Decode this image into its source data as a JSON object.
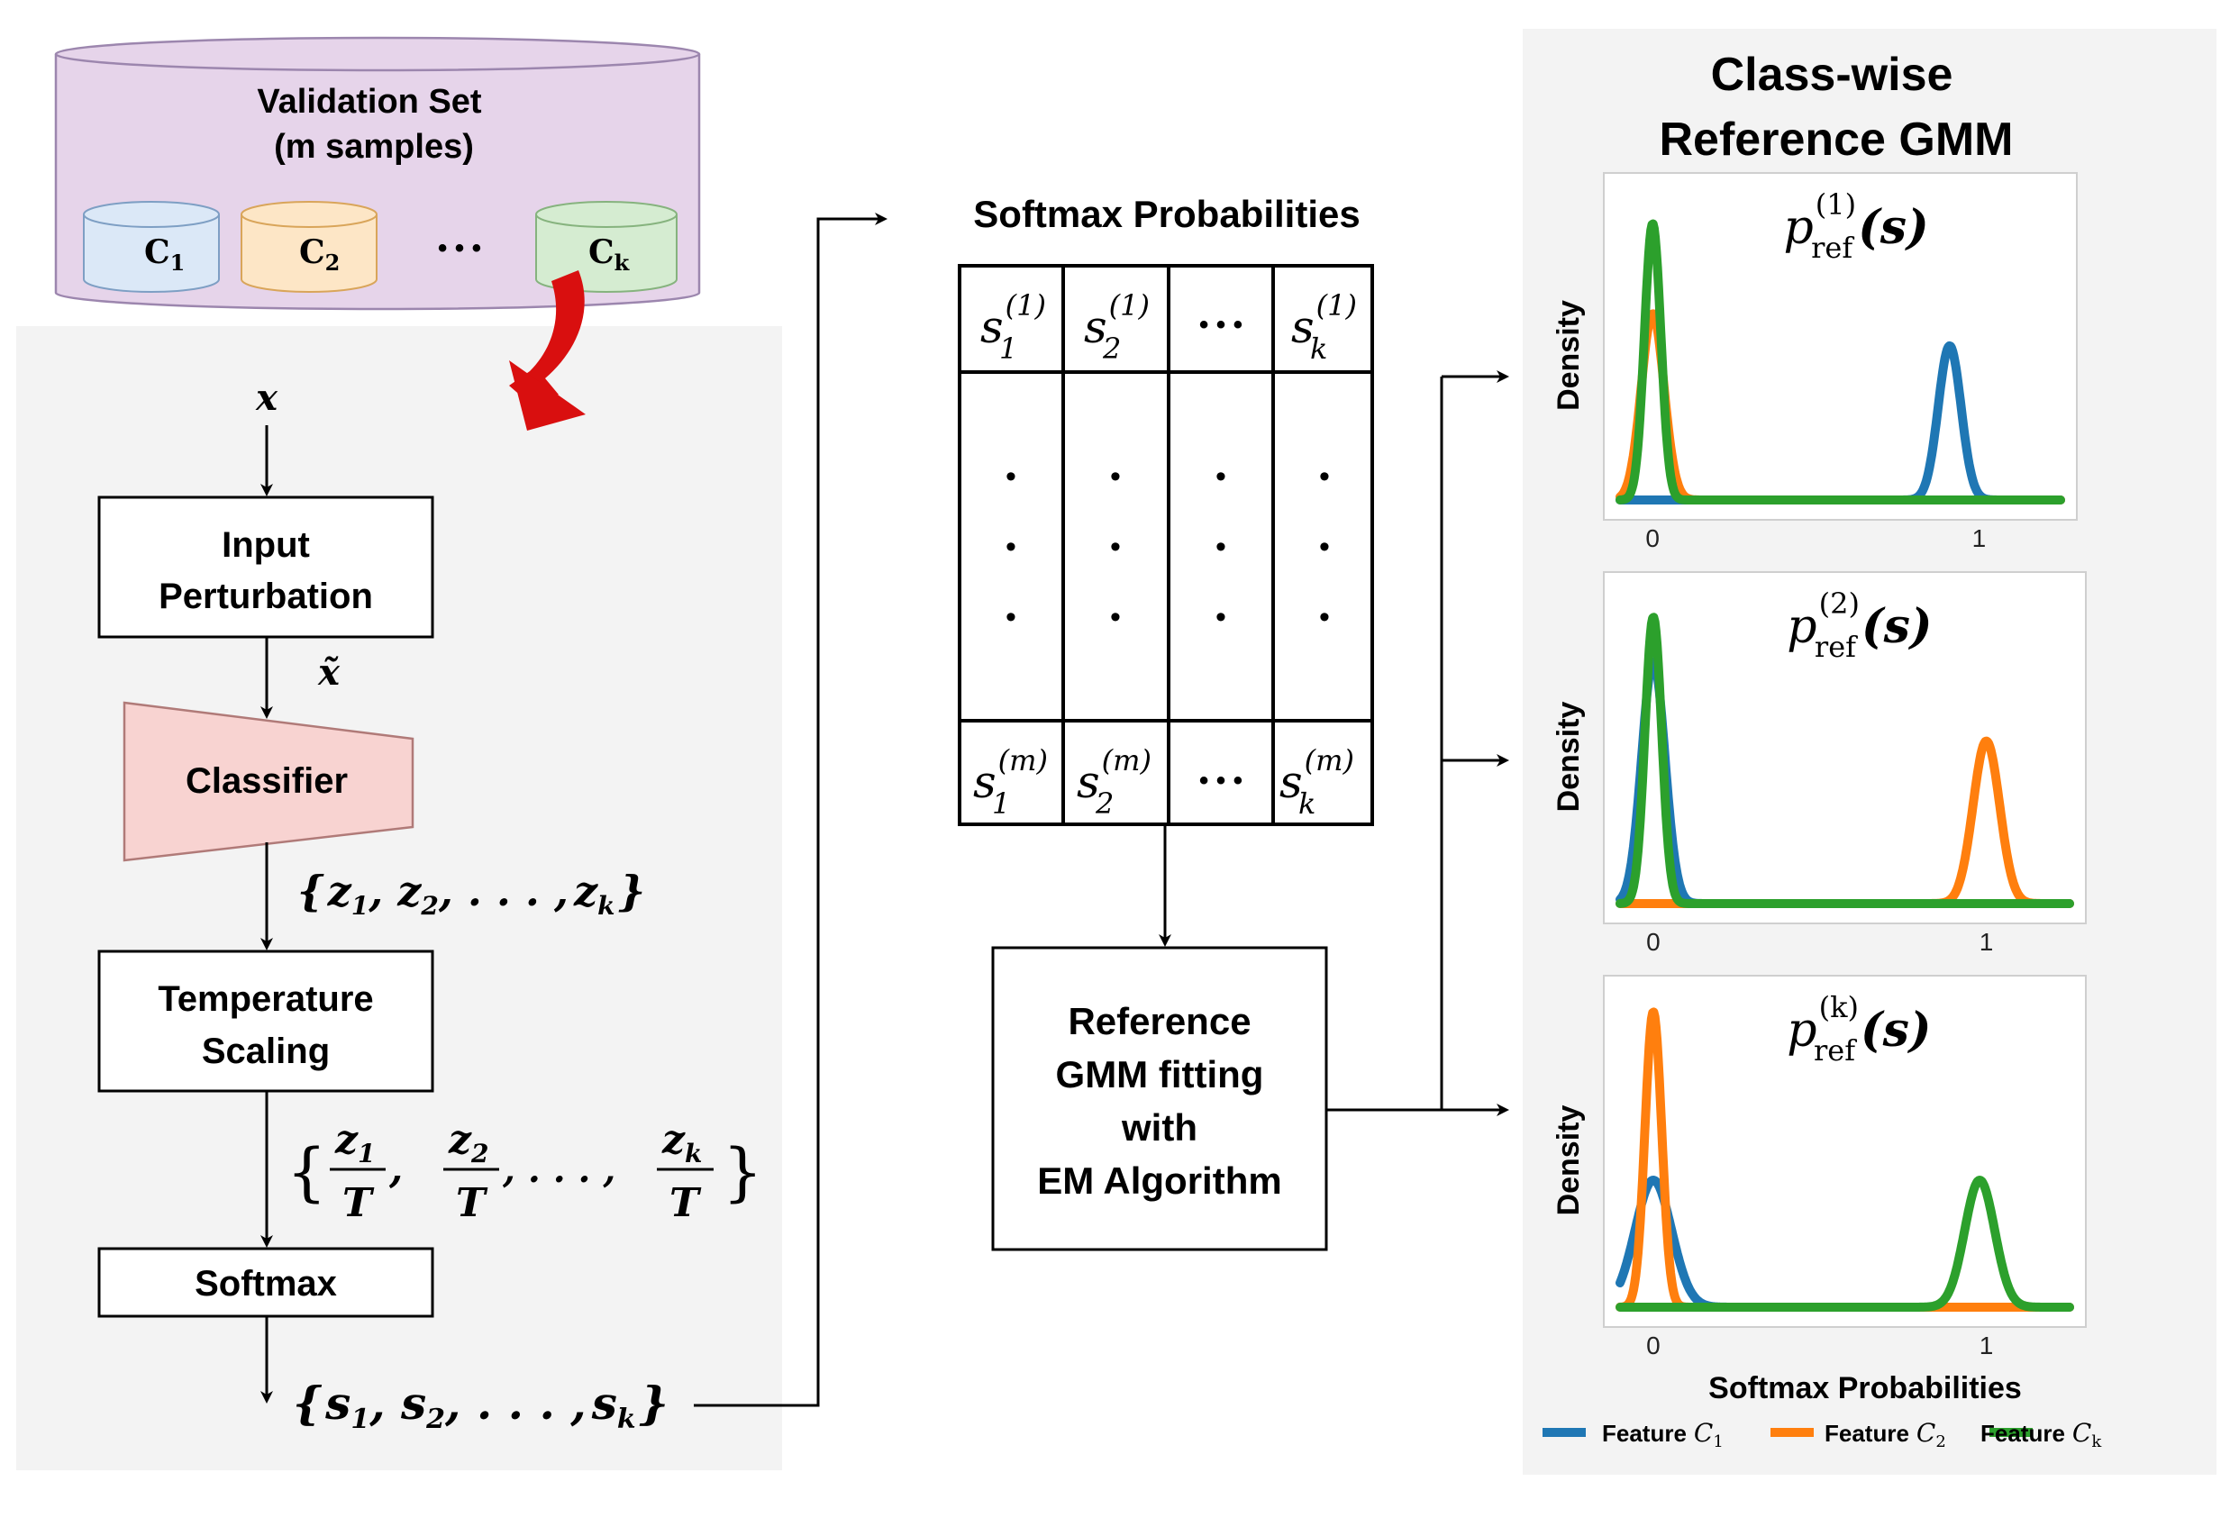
{
  "validation_set": {
    "title_line1": "Validation Set",
    "title_line2": "(m samples)",
    "classes": [
      {
        "base": "C",
        "sub": "1"
      },
      {
        "base": "C",
        "sub": "2"
      },
      {
        "base": "C",
        "sub": "k"
      }
    ],
    "ellipsis": "• • •"
  },
  "pipeline": {
    "input_var": "x",
    "perturbed_var": "x̃",
    "input_perturbation_line1": "Input",
    "input_perturbation_line2": "Perturbation",
    "classifier": "Classifier",
    "temperature_scaling_line1": "Temperature",
    "temperature_scaling_line2": "Scaling",
    "softmax": "Softmax",
    "logits_label": {
      "open": "{",
      "z": "z",
      "subs": [
        "1",
        "2",
        "k"
      ],
      "mid_dots": ", . . . ,",
      "close": "}"
    },
    "scaled_label": {
      "open": "{",
      "z": "z",
      "subs": [
        "1",
        "2",
        "k"
      ],
      "den": "T",
      "dots": ", . . . ,",
      "close": "}"
    },
    "probs_label": {
      "open": "{",
      "s": "s",
      "subs": [
        "1",
        "2",
        "k"
      ],
      "mid_dots": ", . . . ,",
      "close": "}"
    }
  },
  "matrix": {
    "title": "Softmax Probabilities",
    "top_row": [
      {
        "s": "s",
        "sub": "1",
        "sup": "(1)"
      },
      {
        "s": "s",
        "sub": "2",
        "sup": "(1)"
      },
      {
        "s": "s",
        "sub": "k",
        "sup": "(1)"
      }
    ],
    "bottom_row": [
      {
        "s": "s",
        "sub": "1",
        "sup": "(m)"
      },
      {
        "s": "s",
        "sub": "2",
        "sup": "(m)"
      },
      {
        "s": "s",
        "sub": "k",
        "sup": "(m)"
      }
    ],
    "row_ellipsis": "• • •",
    "vdot": "•"
  },
  "gmm_fit": {
    "line1": "Reference",
    "line2": "GMM fitting",
    "line3": "with",
    "line4": "EM Algorithm"
  },
  "reference_panel": {
    "title_line1": "Class-wise",
    "title_line2": "Reference GMM",
    "xlabel": "Softmax Probabilities",
    "legend": [
      {
        "label": "Feature",
        "var": "C",
        "sub": "1",
        "color": "#1f77b4"
      },
      {
        "label": "Feature",
        "var": "C",
        "sub": "2",
        "color": "#ff7f0e"
      },
      {
        "label": "Feature",
        "var": "C",
        "sub": "k",
        "color": "#2ca02c"
      }
    ]
  },
  "chart_data": [
    {
      "type": "line",
      "title_p": "p",
      "title_sub": "ref",
      "title_sup": "(1)",
      "title_arg": "(s)",
      "xlabel": "",
      "ylabel": "Density",
      "xticks": [
        "0",
        "1"
      ],
      "xlim": [
        -0.1,
        1.25
      ],
      "ylim": [
        0,
        1.0
      ],
      "series": [
        {
          "name": "Feature C1",
          "color": "#1f77b4",
          "components": [
            {
              "mean": 0.0,
              "std": 0.03,
              "amp": 0.0
            },
            {
              "mean": 0.91,
              "std": 0.035,
              "amp": 0.53
            }
          ],
          "baseline": 0.0
        },
        {
          "name": "Feature C2",
          "color": "#ff7f0e",
          "components": [
            {
              "mean": 0.0,
              "std": 0.035,
              "amp": 0.64
            }
          ],
          "baseline": 0.0
        },
        {
          "name": "Feature Ck",
          "color": "#2ca02c",
          "components": [
            {
              "mean": 0.0,
              "std": 0.025,
              "amp": 0.95
            }
          ],
          "baseline": 0.0
        }
      ]
    },
    {
      "type": "line",
      "title_p": "p",
      "title_sub": "ref",
      "title_sup": "(2)",
      "title_arg": "(s)",
      "xlabel": "",
      "ylabel": "Density",
      "xticks": [
        "0",
        "1"
      ],
      "xlim": [
        -0.1,
        1.25
      ],
      "ylim": [
        0,
        1.0
      ],
      "series": [
        {
          "name": "Feature C1",
          "color": "#1f77b4",
          "components": [
            {
              "mean": 0.0,
              "std": 0.035,
              "amp": 0.82
            }
          ],
          "baseline": 0.0
        },
        {
          "name": "Feature C2",
          "color": "#ff7f0e",
          "components": [
            {
              "mean": 0.0,
              "std": 0.03,
              "amp": 0.0
            },
            {
              "mean": 1.0,
              "std": 0.04,
              "amp": 0.55
            }
          ],
          "baseline": 0.0
        },
        {
          "name": "Feature Ck",
          "color": "#2ca02c",
          "components": [
            {
              "mean": 0.0,
              "std": 0.025,
              "amp": 0.97
            }
          ],
          "baseline": 0.0
        }
      ]
    },
    {
      "type": "line",
      "title_p": "p",
      "title_sub": "ref",
      "title_sup": "(k)",
      "title_arg": "(s)",
      "xlabel": "",
      "ylabel": "Density",
      "xticks": [
        "0",
        "1"
      ],
      "xlim": [
        -0.1,
        1.25
      ],
      "ylim": [
        0,
        1.0
      ],
      "series": [
        {
          "name": "Feature C1",
          "color": "#1f77b4",
          "components": [
            {
              "mean": 0.0,
              "std": 0.055,
              "amp": 0.43
            }
          ],
          "baseline": 0.0
        },
        {
          "name": "Feature C2",
          "color": "#ff7f0e",
          "components": [
            {
              "mean": 0.0,
              "std": 0.025,
              "amp": 1.0
            }
          ],
          "baseline": 0.0
        },
        {
          "name": "Feature Ck",
          "color": "#2ca02c",
          "components": [
            {
              "mean": 0.0,
              "std": 0.03,
              "amp": 0.0
            },
            {
              "mean": 0.98,
              "std": 0.045,
              "amp": 0.43
            }
          ],
          "baseline": 0.0
        }
      ]
    }
  ]
}
